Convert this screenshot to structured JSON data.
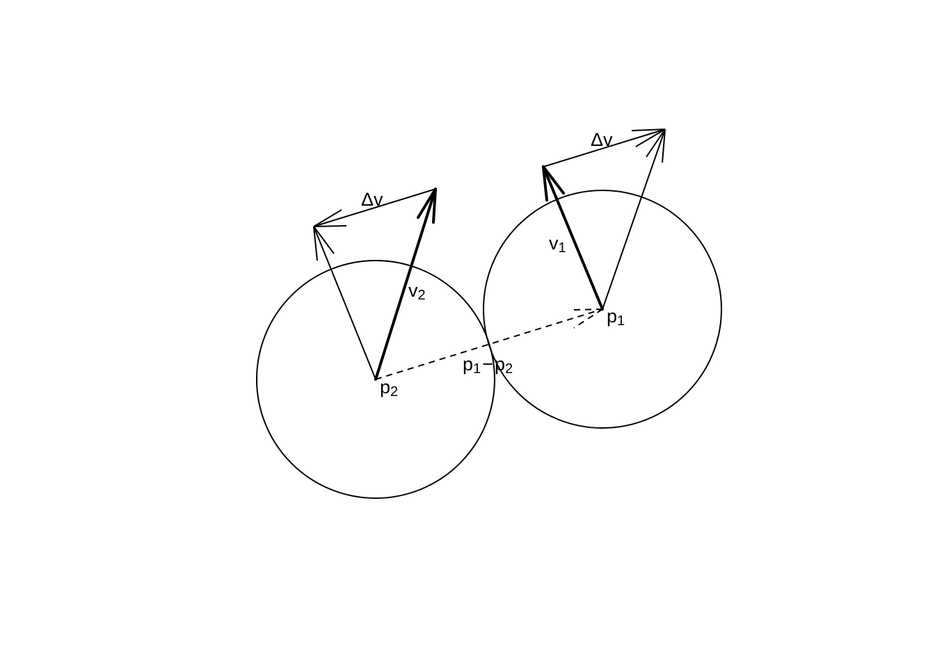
{
  "diagram": {
    "labels": {
      "p1": {
        "base": "p",
        "sub": "1"
      },
      "p2": {
        "base": "p",
        "sub": "2"
      },
      "v1": {
        "base": "v",
        "sub": "1"
      },
      "v2": {
        "base": "v",
        "sub": "2"
      },
      "delta_v_right": "Δv",
      "delta_v_left": "Δv",
      "difference": {
        "a": "p",
        "a_sub": "1",
        "op": "−",
        "b": "p",
        "b_sub": "2"
      }
    },
    "colors": {
      "stroke": "#000000",
      "background": "#ffffff"
    }
  }
}
